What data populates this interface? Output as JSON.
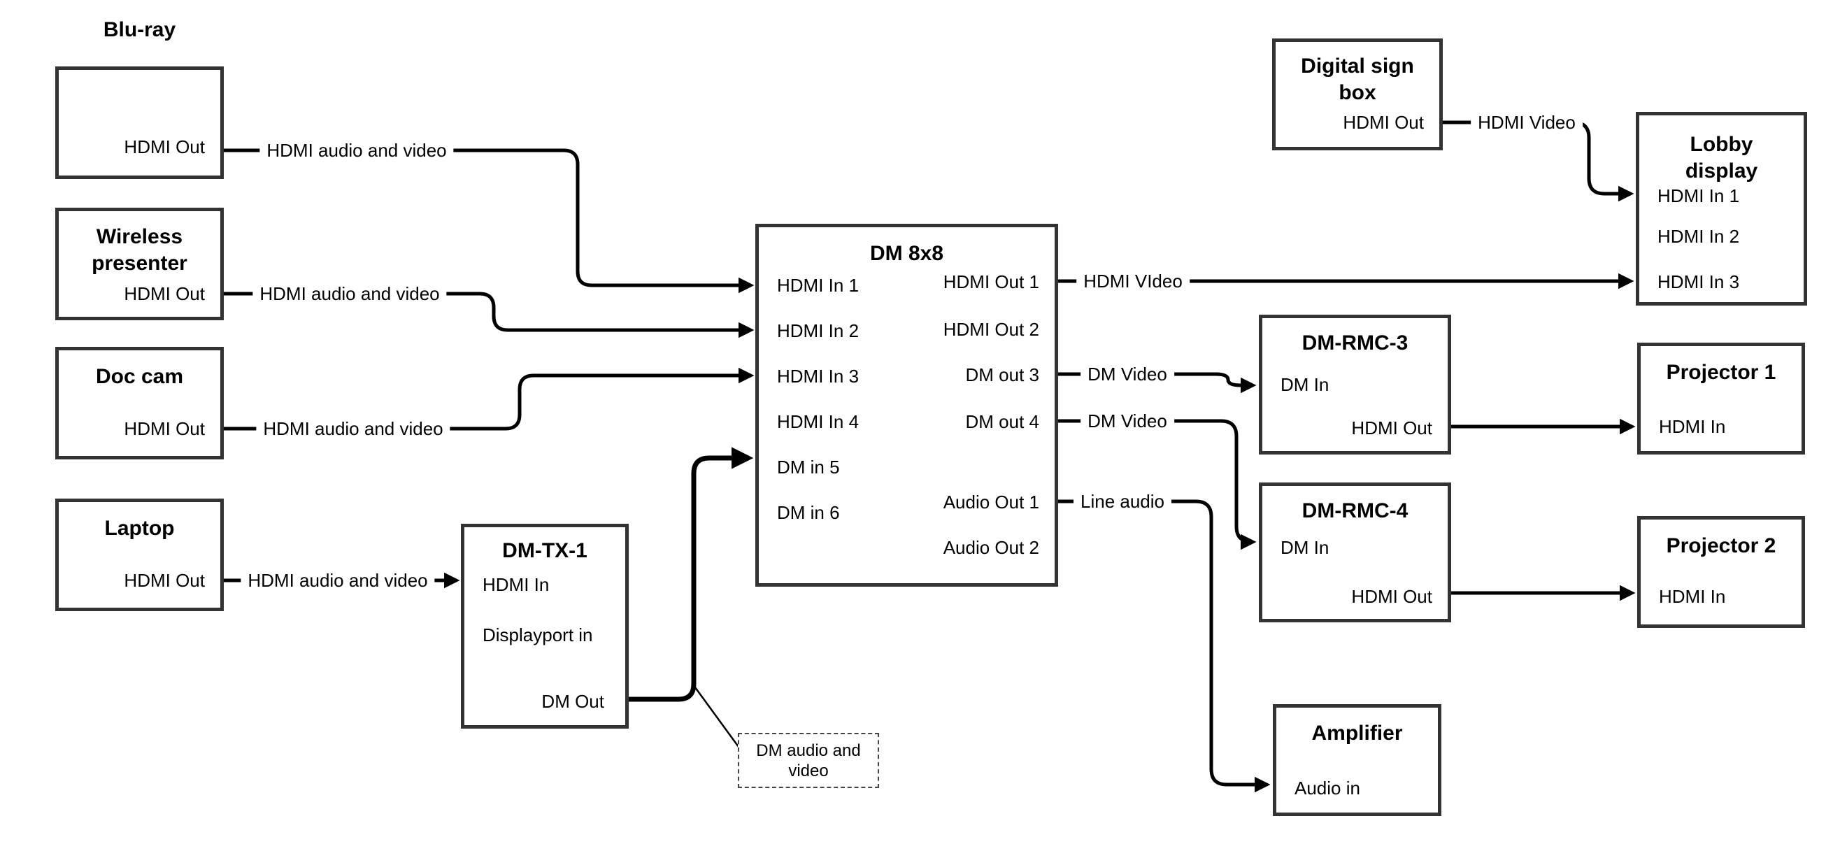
{
  "diagram": {
    "nodes": {
      "bluray": {
        "title": "Blu-ray",
        "ports": {
          "hdmi_out": "HDMI Out"
        }
      },
      "wireless": {
        "title": "Wireless presenter",
        "ports": {
          "hdmi_out": "HDMI Out"
        }
      },
      "doc_cam": {
        "title": "Doc cam",
        "ports": {
          "hdmi_out": "HDMI Out"
        }
      },
      "laptop": {
        "title": "Laptop",
        "ports": {
          "hdmi_out": "HDMI Out"
        }
      },
      "dm_tx_1": {
        "title": "DM-TX-1",
        "ports": {
          "hdmi_in": "HDMI In",
          "displayport_in": "Displayport in",
          "dm_out": "DM Out"
        }
      },
      "dm_8x8": {
        "title": "DM 8x8",
        "ports": {
          "hdmi_in_1": "HDMI In 1",
          "hdmi_in_2": "HDMI In 2",
          "hdmi_in_3": "HDMI In 3",
          "hdmi_in_4": "HDMI In 4",
          "dm_in_5": "DM in 5",
          "dm_in_6": "DM in 6",
          "hdmi_out_1": "HDMI Out 1",
          "hdmi_out_2": "HDMI Out 2",
          "dm_out_3": "DM out 3",
          "dm_out_4": "DM out 4",
          "audio_out_1": "Audio Out 1",
          "audio_out_2": "Audio Out 2"
        }
      },
      "digital_sign": {
        "title": "Digital sign box",
        "ports": {
          "hdmi_out": "HDMI Out"
        }
      },
      "lobby_display": {
        "title": "Lobby display",
        "ports": {
          "hdmi_in_1": "HDMI In 1",
          "hdmi_in_2": "HDMI In 2",
          "hdmi_in_3": "HDMI In 3"
        }
      },
      "dm_rmc_3": {
        "title": "DM-RMC-3",
        "ports": {
          "dm_in": "DM In",
          "hdmi_out": "HDMI Out"
        }
      },
      "projector_1": {
        "title": "Projector 1",
        "ports": {
          "hdmi_in": "HDMI In"
        }
      },
      "dm_rmc_4": {
        "title": "DM-RMC-4",
        "ports": {
          "dm_in": "DM In",
          "hdmi_out": "HDMI Out"
        }
      },
      "projector_2": {
        "title": "Projector 2",
        "ports": {
          "hdmi_in": "HDMI In"
        }
      },
      "amplifier": {
        "title": "Amplifier",
        "ports": {
          "audio_in": "Audio in"
        }
      }
    },
    "wire_labels": {
      "bluray_to_dm8x8": "HDMI audio and video",
      "wireless_to_dm8x8": "HDMI audio and video",
      "doccam_to_dm8x8": "HDMI audio and video",
      "laptop_to_dmtx1": "HDMI audio and video",
      "hdmi_out_1_wire": "HDMI VIdeo",
      "dm_out_3_wire": "DM Video",
      "dm_out_4_wire": "DM Video",
      "audio_out_1_wire": "Line audio",
      "sign_to_lobby_wire": "HDMI Video"
    },
    "callout": {
      "text": "DM audio and video"
    },
    "colors": {
      "wire": "#000000",
      "border": "#333333",
      "background": "#ffffff"
    }
  }
}
